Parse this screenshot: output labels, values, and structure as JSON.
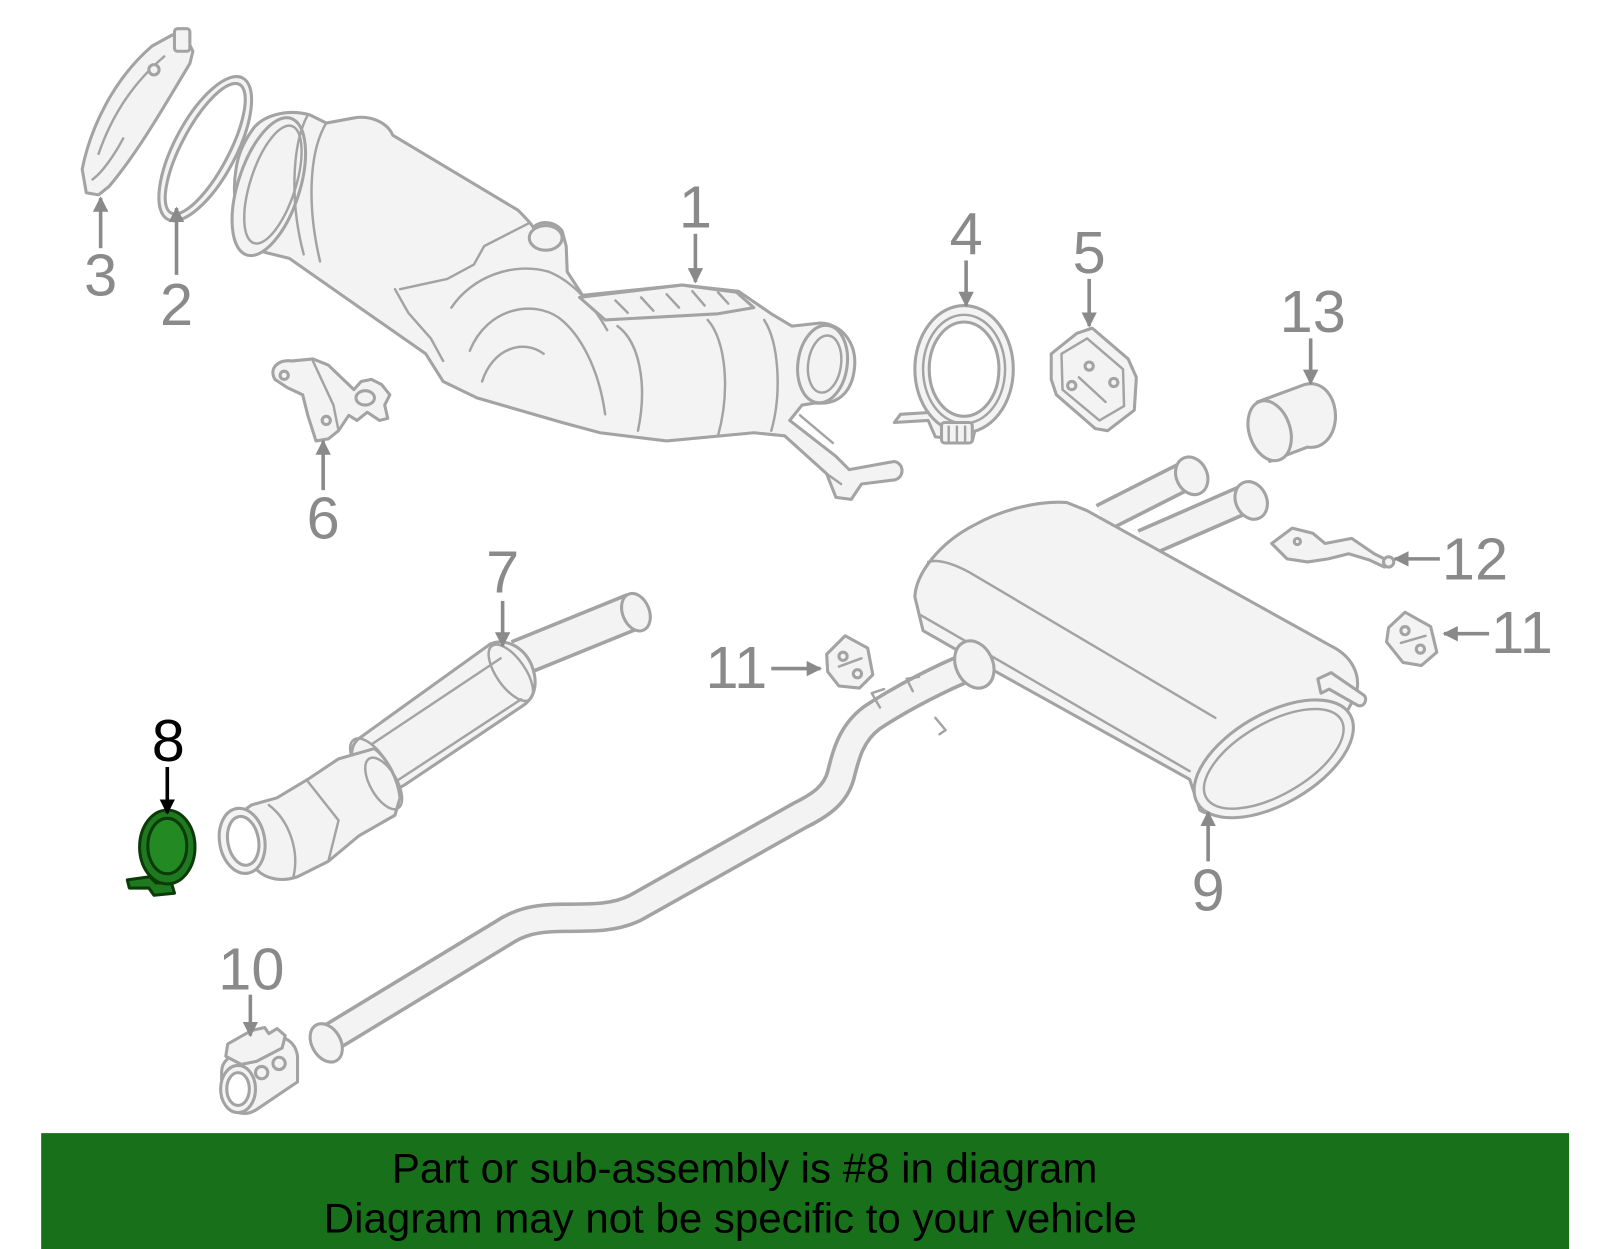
{
  "colors": {
    "part_stroke": "#a3a3a3",
    "part_fill": "#f3f3f3",
    "label": "#8a8a8a",
    "highlight_fill": "#1f7a1f",
    "highlight_stroke": "#0b3b0b",
    "highlight_label": "#000000",
    "banner_bg": "#19701b",
    "banner_text": "#000000"
  },
  "diagram": {
    "highlighted_part": "8",
    "callouts": [
      {
        "label": "1"
      },
      {
        "label": "2"
      },
      {
        "label": "3"
      },
      {
        "label": "4"
      },
      {
        "label": "5"
      },
      {
        "label": "6"
      },
      {
        "label": "7"
      },
      {
        "label": "8",
        "highlighted": true
      },
      {
        "label": "9"
      },
      {
        "label": "10"
      },
      {
        "label": "11"
      },
      {
        "label": "11"
      },
      {
        "label": "12"
      },
      {
        "label": "13"
      }
    ]
  },
  "banner": {
    "line1": "Part or sub-assembly is #8 in diagram",
    "line2": "Diagram may not be specific to your vehicle"
  }
}
